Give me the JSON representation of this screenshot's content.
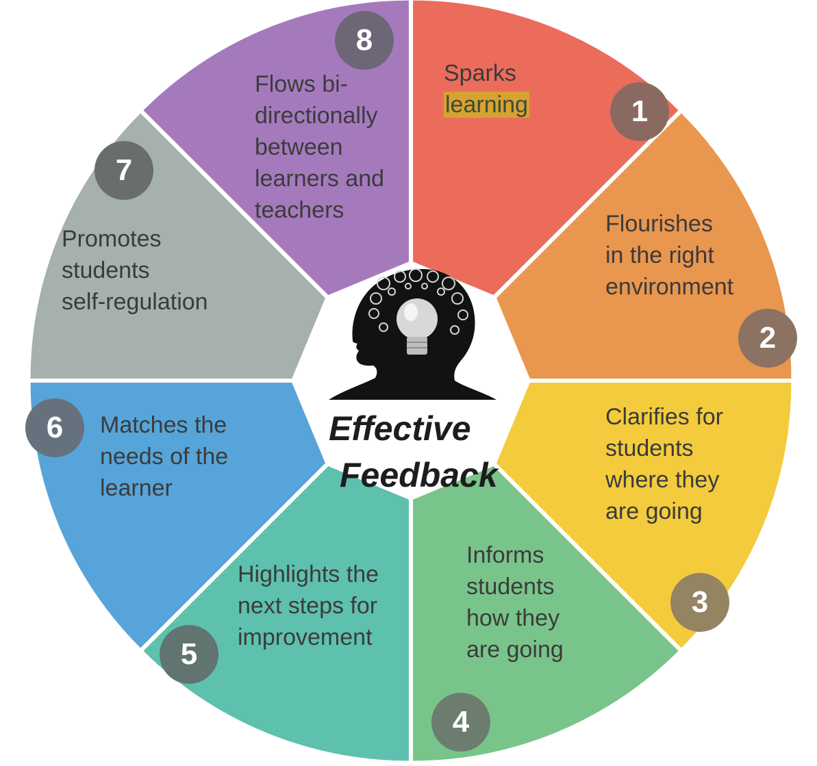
{
  "title": {
    "line1": "Effective",
    "line2": "Feedback"
  },
  "segments": [
    {
      "number": "1",
      "lines": [
        "Sparks",
        "learning"
      ],
      "color": "#ec6c5c",
      "badge_color": "#8a6a60"
    },
    {
      "number": "2",
      "lines": [
        "Flourishes",
        "in the right",
        "environment"
      ],
      "color": "#e9964e",
      "badge_color": "#8b7262"
    },
    {
      "number": "3",
      "lines": [
        "Clarifies for",
        "students",
        "where they",
        "are going"
      ],
      "color": "#f3cb3c",
      "badge_color": "#958462"
    },
    {
      "number": "4",
      "lines": [
        "Informs",
        "students",
        "how they",
        "are going"
      ],
      "color": "#79c48a",
      "badge_color": "#6c7d70"
    },
    {
      "number": "5",
      "lines": [
        "Highlights the",
        "next steps for",
        "improvement"
      ],
      "color": "#5ec1ad",
      "badge_color": "#61746f"
    },
    {
      "number": "6",
      "lines": [
        "Matches the",
        "needs of the",
        "learner"
      ],
      "color": "#56a4d9",
      "badge_color": "#65727d"
    },
    {
      "number": "7",
      "lines": [
        "Promotes",
        "students",
        "self-regulation"
      ],
      "color": "#a6b0ae",
      "badge_color": "#6a6d6d"
    },
    {
      "number": "8",
      "lines": [
        "Flows bi-",
        "directionally",
        "between",
        "learners and",
        "teachers"
      ],
      "color": "#a57abd",
      "badge_color": "#6d6676"
    }
  ],
  "colors": {
    "background": "#ffffff",
    "center_fill": "#ffffff",
    "head_silhouette": "#121212",
    "lightbulb": "#d8d8d8",
    "highlight": "#d7a230"
  },
  "icons": [
    "head-silhouette-icon",
    "gears-icon",
    "lightbulb-icon"
  ]
}
